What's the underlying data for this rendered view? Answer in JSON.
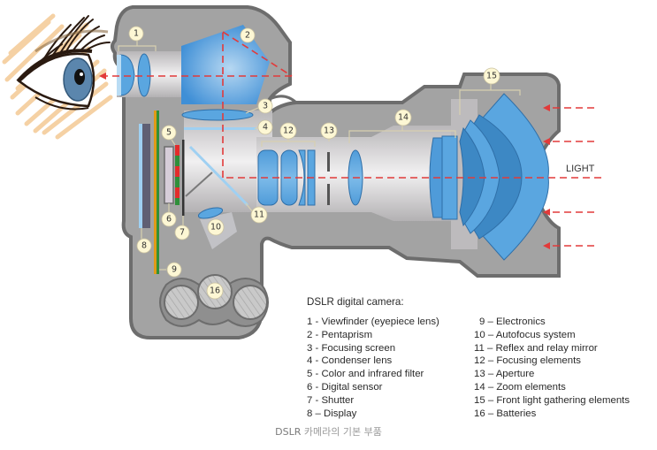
{
  "diagram": {
    "title": "DSLR digital camera:",
    "light_label": "LIGHT",
    "callouts": [
      "1",
      "2",
      "3",
      "4",
      "5",
      "6",
      "7",
      "8",
      "9",
      "10",
      "11",
      "12",
      "13",
      "14",
      "15",
      "16"
    ],
    "colors": {
      "body": "#a3a3a3",
      "body_outline": "#6d6d6d",
      "barrel": "#cfcdcf",
      "lens": "#5aa6e0",
      "lens_dark": "#3d88c4",
      "light_ray": "#e23a3a",
      "badge": "#fdf7d4",
      "skin": "#f5cfa0"
    }
  },
  "legend": {
    "left": [
      "1 - Viewfinder (eyepiece lens)",
      "2 - Pentaprism",
      "3 - Focusing screen",
      "4 - Condenser lens",
      "5 - Color and infrared filter",
      "6 - Digital sensor",
      "7 - Shutter",
      "8 – Display"
    ],
    "right": [
      "9 – Electronics",
      "10 – Autofocus system",
      "11 – Reflex and relay mirror",
      "12 – Focusing elements",
      "13 – Aperture",
      "14 – Zoom elements",
      "15 – Front light gathering elements",
      "16 – Batteries"
    ]
  },
  "caption": {
    "prefix": "DSLR",
    "text": " 카메라의 기본 부품"
  }
}
